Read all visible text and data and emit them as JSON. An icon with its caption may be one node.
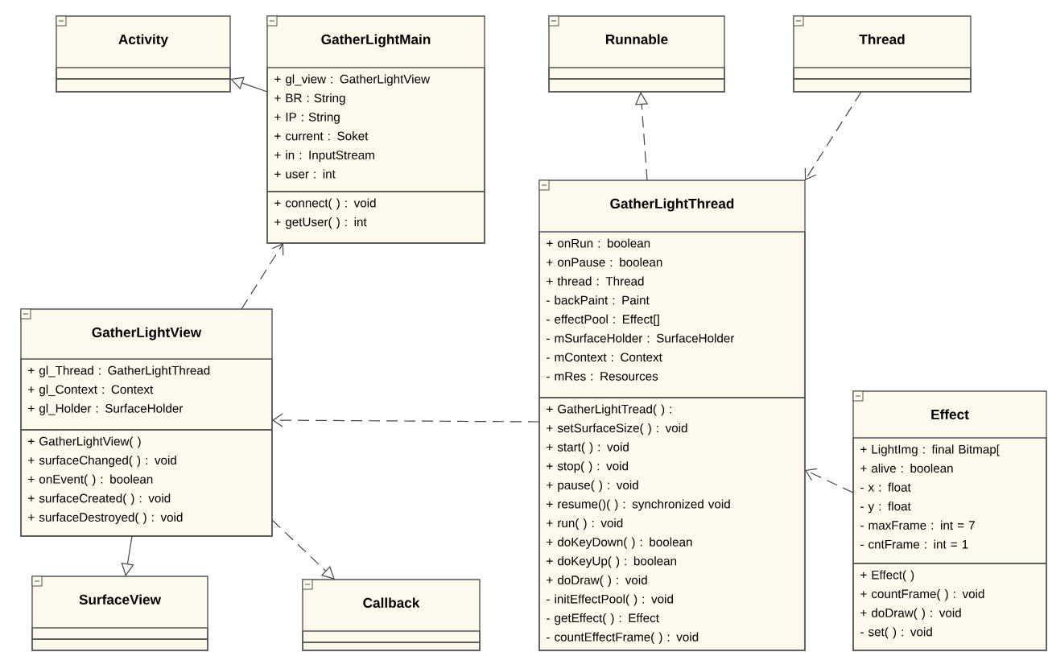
{
  "diagram": {
    "nodes": [
      {
        "text": [
          "Activity"
        ]
      },
      {
        "text": [],
        "shape": "box",
        "in": 0
      },
      {
        "text": [],
        "shape": "box",
        "in": 0
      },
      {
        "text": [
          "GatherLightMain"
        ]
      },
      {
        "text": [
          "+ gl_view : GatherLightView",
          "+ BR : String",
          "+ IP : String",
          "+ current : Soket",
          "+ in : InputStream",
          "+ user : int"
        ],
        "in": 3
      },
      {
        "text": [
          "+ connect( ) : void",
          "+ getUser( ) : int"
        ],
        "in": 3
      },
      {
        "text": [
          "Runnable"
        ]
      },
      {
        "text": [],
        "shape": "box",
        "in": 6
      },
      {
        "text": [],
        "shape": "box",
        "in": 6
      },
      {
        "text": [
          "Thread"
        ]
      },
      {
        "text": [],
        "shape": "box",
        "in": 9
      },
      {
        "text": [],
        "shape": "box",
        "in": 9
      },
      {
        "text": [
          "GatherLightThread"
        ]
      },
      {
        "text": [
          "+ onRun : boolean",
          "+ onPause : boolean",
          "+ thread : Thread",
          "- backPaint : Paint",
          "- effectPool : Effect[]",
          "- mSurfaceHolder : SurfaceHolder",
          "- mContext : Context",
          "- mRes : Resources"
        ],
        "in": 12
      },
      {
        "text": [
          "+ GatherLightTread( ) :",
          "+ setSurfaceSize( ) : void",
          "+ start( ) : void",
          "+ stop( ) : void",
          "+ pause( ) : void",
          "+ resume()( ) : synchronized void",
          "+ run( ) : void",
          "+ doKeyDown( ) : boolean",
          "+ doKeyUp( ) : boolean",
          "+ doDraw( ) : void",
          "- initEffectPool( ) : void",
          "- getEffect( ) : Effect",
          "- countEffectFrame( ) : void"
        ],
        "in": 12
      },
      {
        "text": [
          "GatherLightView"
        ]
      },
      {
        "text": [
          "+ gl_Thread : GatherLightThread",
          "+ gl_Context : Context",
          "+ gl_Holder : SurfaceHolder"
        ],
        "in": 15
      },
      {
        "text": [
          "+ GatherLightView( )",
          "+ surfaceChanged( ) : void",
          "+ onEvent( ) : boolean",
          "+ surfaceCreated( ) : void",
          "+ surfaceDestroyed( ) : void"
        ],
        "in": 15
      },
      {
        "text": [
          "Effect"
        ]
      },
      {
        "text": [
          "+ LightImg : final Bitmap[",
          "+ alive : boolean",
          "- x : float",
          "- y : float",
          "- maxFrame : int = 7",
          "- cntFrame : int = 1"
        ],
        "in": 18
      },
      {
        "text": [
          "+ Effect( )",
          "+ countFrame( ) : void",
          "+ doDraw( ) : void",
          "- set( ) : void"
        ],
        "in": 18
      },
      {
        "text": [
          "SurfaceView"
        ]
      },
      {
        "text": [],
        "shape": "box",
        "in": 21
      },
      {
        "text": [],
        "shape": "box",
        "in": 21
      },
      {
        "text": [
          "Callback"
        ]
      },
      {
        "text": [],
        "shape": "box",
        "in": 24
      },
      {
        "text": [],
        "shape": "box",
        "in": 24
      }
    ],
    "edges": [
      {
        "from": 3,
        "to": 0,
        "arrow": "to"
      },
      {
        "from": 12,
        "to": 6,
        "arrow": "to",
        "style": "dashed"
      },
      {
        "from": 9,
        "to": 12,
        "arrow": "to",
        "style": "dashed"
      },
      {
        "from": 15,
        "to": 3,
        "arrow": "to",
        "style": "dashed"
      },
      {
        "from": 12,
        "to": 15,
        "arrow": "to",
        "style": "dashed"
      },
      {
        "from": 18,
        "to": 12,
        "arrow": "to",
        "style": "dashed"
      },
      {
        "from": 15,
        "to": 21,
        "arrow": "to"
      },
      {
        "from": 15,
        "to": 24,
        "arrow": "to",
        "style": "dashed"
      }
    ]
  }
}
